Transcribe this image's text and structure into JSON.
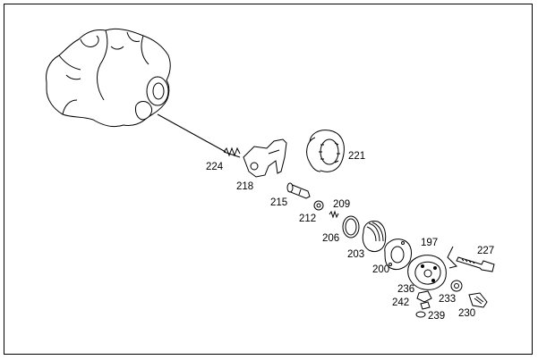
{
  "diagram": {
    "labels": {
      "p224": "224",
      "p218": "218",
      "p221": "221",
      "p215": "215",
      "p212": "212",
      "p209": "209",
      "p206": "206",
      "p203": "203",
      "p200": "200",
      "p197": "197",
      "p227": "227",
      "p236": "236",
      "p242": "242",
      "p239": "239",
      "p233": "233",
      "p230": "230"
    }
  }
}
